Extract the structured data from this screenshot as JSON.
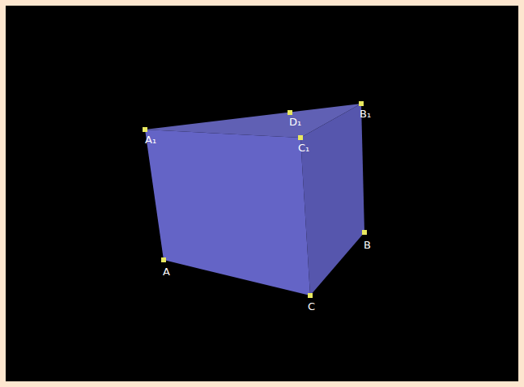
{
  "diagram": {
    "labels": [
      "A₁",
      "D₁",
      "C₁",
      "B₁",
      "B",
      "A",
      "C"
    ]
  }
}
